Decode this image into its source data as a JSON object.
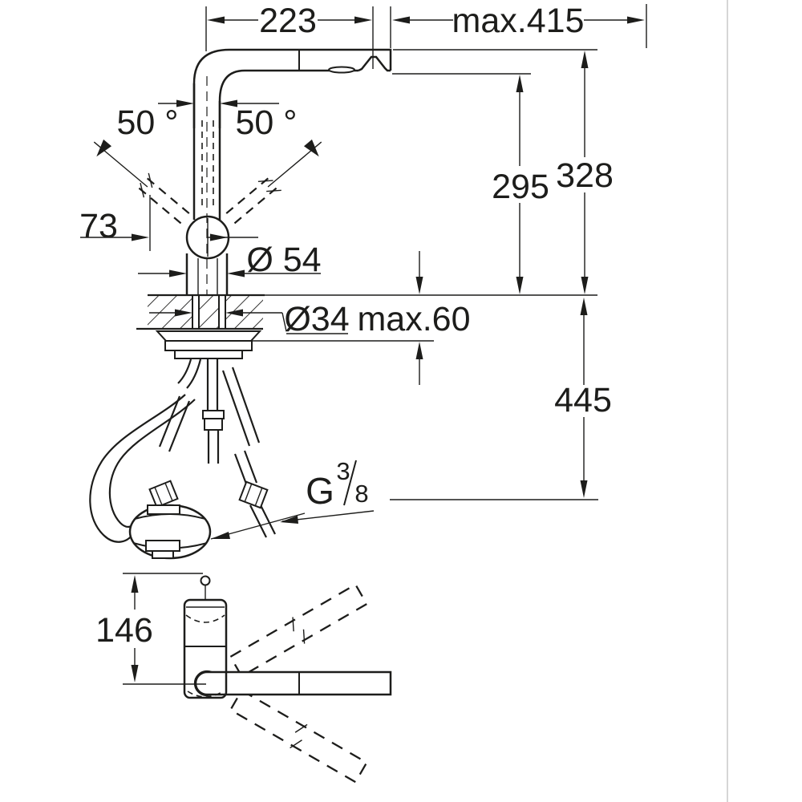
{
  "drawing": {
    "side_view": {
      "dim_spout_to_outlet": "223",
      "dim_max_extension": "max.415",
      "dim_swivel_left": "50 °",
      "dim_swivel_right": "50 °",
      "dim_lever_offset": "73",
      "dim_outlet_height": "295",
      "dim_total_height": "328",
      "dim_body_diameter": "Ø 54",
      "dim_hole_diameter": "Ø34",
      "dim_counter_thickness": "max.60",
      "dim_below_counter": "445",
      "thread_label": {
        "prefix": "G",
        "numerator": "3",
        "denominator": "8"
      }
    },
    "top_view": {
      "dim_body_depth": "146"
    },
    "colors": {
      "ink": "#1d1d1b",
      "background": "#ffffff",
      "right_border": "#c9c9c9"
    }
  }
}
